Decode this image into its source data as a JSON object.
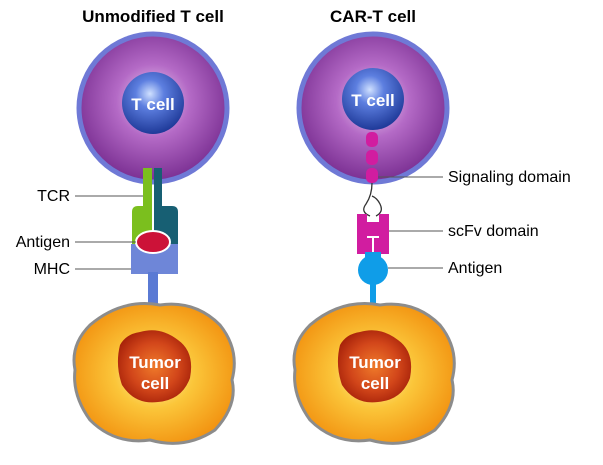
{
  "titles": {
    "left": "Unmodified T cell",
    "right": "CAR-T cell"
  },
  "cells": {
    "t_cell_label": "T cell",
    "tumor_cell_line1": "Tumor",
    "tumor_cell_line2": "cell"
  },
  "labels": {
    "tcr": "TCR",
    "antigen_left": "Antigen",
    "mhc": "MHC",
    "signaling_domain": "Signaling domain",
    "scfv_domain": "scFv domain",
    "antigen_right": "Antigen"
  },
  "colors": {
    "t_cell_body": "#8b3fa0",
    "t_cell_border": "#6f79d6",
    "nucleus": "#2d4fb0",
    "tumor_body": "#f7a21b",
    "tumor_border": "#8c8c8c",
    "tumor_core": "#c0300c",
    "tcr_green": "#7bbf1e",
    "tcr_teal": "#175f73",
    "antigen_red": "#cc1238",
    "mhc_blue": "#6e86d8",
    "car_magenta": "#d11da0",
    "antigen_cyan": "#0f9de8"
  }
}
